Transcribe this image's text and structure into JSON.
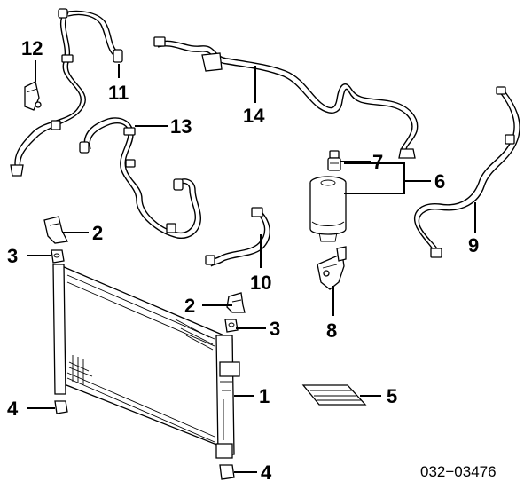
{
  "callouts": {
    "c1": "1",
    "c2a": "2",
    "c2b": "2",
    "c3a": "3",
    "c3b": "3",
    "c4a": "4",
    "c4b": "4",
    "c5": "5",
    "c6": "6",
    "c7": "7",
    "c8": "8",
    "c9": "9",
    "c10": "10",
    "c11": "11",
    "c12": "12",
    "c13": "13",
    "c14": "14"
  },
  "diagram_code": "032−03476"
}
